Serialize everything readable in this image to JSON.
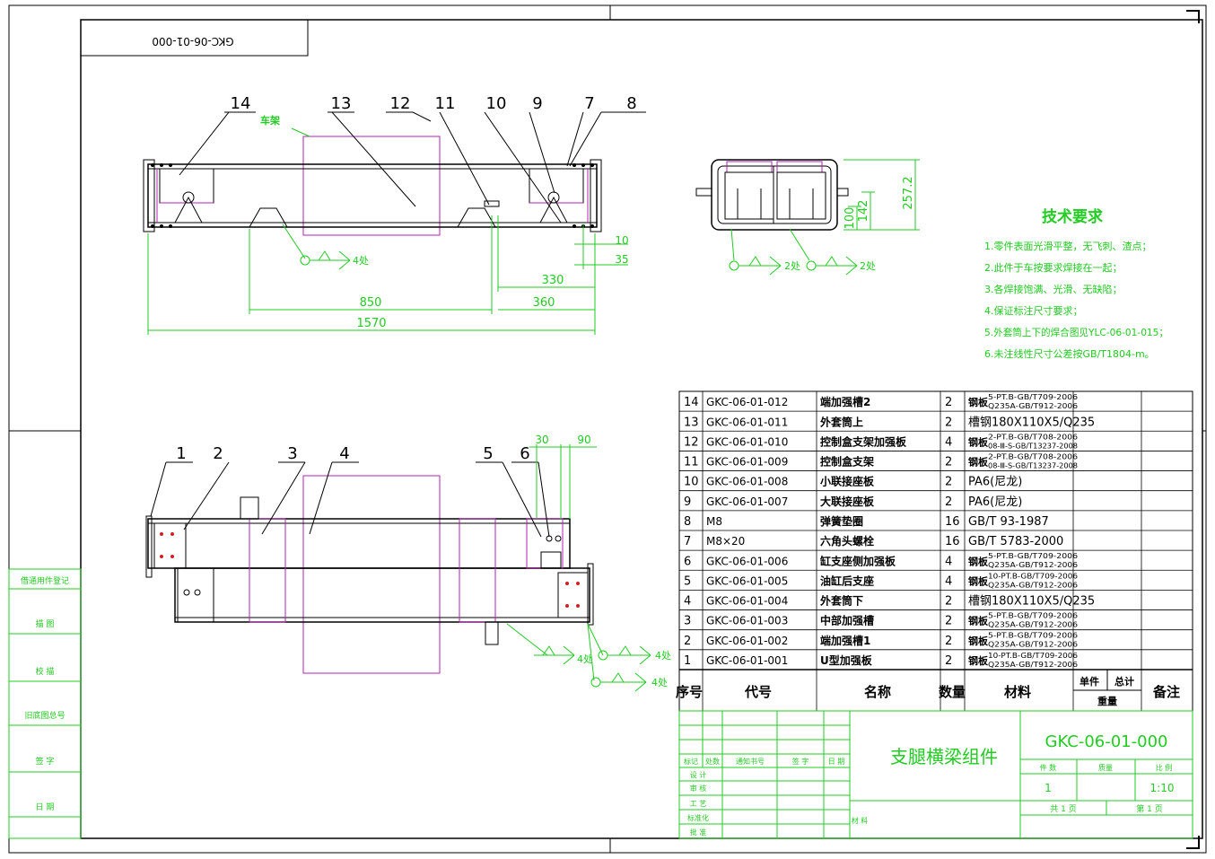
{
  "frame": {
    "drawing_no_rotated": "GKC-06-01-000",
    "colors": {
      "outline": "#000000",
      "dimension": "#22cc22",
      "hidden": "#b020b0"
    }
  },
  "side_labels": [
    "借通用件登记",
    "描 图",
    "校 描",
    "旧底图总号",
    "签 字",
    "日 期"
  ],
  "top_view": {
    "callouts": [
      "14",
      "13",
      "12",
      "11",
      "10",
      "9",
      "7",
      "8"
    ],
    "frame_label": "车架",
    "weld_note": "4处",
    "dims": {
      "d10": "10",
      "d35": "35",
      "d330": "330",
      "d360": "360",
      "d850": "850",
      "d1570": "1570"
    }
  },
  "section_view": {
    "dims": {
      "d100": "100",
      "d142": "142",
      "d257": "257.2"
    },
    "weld_notes": [
      "2处",
      "2处"
    ]
  },
  "bottom_view": {
    "callouts": [
      "1",
      "2",
      "3",
      "4",
      "5",
      "6"
    ],
    "dims": {
      "d30": "30",
      "d90": "90"
    },
    "weld_notes": [
      "4处",
      "4处",
      "4处"
    ]
  },
  "tech_requirements": {
    "title": "技术要求",
    "items": [
      "1.零件表面光滑平整，无飞刺、渣点；",
      "2.此件于车按要求焊接在一起；",
      "3.各焊接饱满、光滑、无缺陷；",
      "4.保证标注尺寸要求；",
      "5.外套筒上下的焊合图见YLC-06-01-015；",
      "6.未注线性尺寸公差按GB/T1804-m。"
    ]
  },
  "bom": {
    "rows": [
      {
        "no": "14",
        "code": "GKC-06-01-012",
        "name": "端加强槽2",
        "qty": "2",
        "mat": "钢板",
        "m1": "5-PT.B-GB/T709-2006",
        "m2": "Q235A-GB/T912-2006"
      },
      {
        "no": "13",
        "code": "GKC-06-01-011",
        "name": "外套筒上",
        "qty": "2",
        "mat": "槽钢180X110X5/Q235",
        "m1": "",
        "m2": ""
      },
      {
        "no": "12",
        "code": "GKC-06-01-010",
        "name": "控制盒支架加强板",
        "qty": "4",
        "mat": "钢板",
        "m1": "2-PT.B-GB/T708-2006",
        "m2": "08-Ⅲ-S-GB/T13237-2008"
      },
      {
        "no": "11",
        "code": "GKC-06-01-009",
        "name": "控制盒支架",
        "qty": "2",
        "mat": "钢板",
        "m1": "2-PT.B-GB/T708-2006",
        "m2": "08-Ⅲ-S-GB/T13237-2008"
      },
      {
        "no": "10",
        "code": "GKC-06-01-008",
        "name": "小联接座板",
        "qty": "2",
        "mat": "PA6(尼龙)",
        "m1": "",
        "m2": ""
      },
      {
        "no": "9",
        "code": "GKC-06-01-007",
        "name": "大联接座板",
        "qty": "2",
        "mat": "PA6(尼龙)",
        "m1": "",
        "m2": ""
      },
      {
        "no": "8",
        "code": "M8",
        "name": "弹簧垫圈",
        "qty": "16",
        "mat": "GB/T 93-1987",
        "m1": "",
        "m2": ""
      },
      {
        "no": "7",
        "code": "M8×20",
        "name": "六角头螺栓",
        "qty": "16",
        "mat": "GB/T 5783-2000",
        "m1": "",
        "m2": ""
      },
      {
        "no": "6",
        "code": "GKC-06-01-006",
        "name": "缸支座侧加强板",
        "qty": "4",
        "mat": "钢板",
        "m1": "5-PT.B-GB/T709-2006",
        "m2": "Q235A-GB/T912-2006"
      },
      {
        "no": "5",
        "code": "GKC-06-01-005",
        "name": "油缸后支座",
        "qty": "4",
        "mat": "钢板",
        "m1": "10-PT.B-GB/T709-2006",
        "m2": "Q235A-GB/T912-2006"
      },
      {
        "no": "4",
        "code": "GKC-06-01-004",
        "name": "外套筒下",
        "qty": "2",
        "mat": "槽钢180X110X5/Q235",
        "m1": "",
        "m2": ""
      },
      {
        "no": "3",
        "code": "GKC-06-01-003",
        "name": "中部加强槽",
        "qty": "2",
        "mat": "钢板",
        "m1": "5-PT.B-GB/T709-2006",
        "m2": "Q235A-GB/T912-2006"
      },
      {
        "no": "2",
        "code": "GKC-06-01-002",
        "name": "端加强槽1",
        "qty": "2",
        "mat": "钢板",
        "m1": "5-PT.B-GB/T709-2006",
        "m2": "Q235A-GB/T912-2006"
      },
      {
        "no": "1",
        "code": "GKC-06-01-001",
        "name": "U型加强板",
        "qty": "2",
        "mat": "钢板",
        "m1": "10-PT.B-GB/T709-2006",
        "m2": "Q235A-GB/T912-2006"
      }
    ],
    "header": {
      "no": "序号",
      "code": "代号",
      "name": "名称",
      "qty": "数量",
      "mat": "材料",
      "unit": "单件",
      "total": "总计",
      "weight": "重量",
      "remark": "备注"
    }
  },
  "title_block": {
    "name": "支腿横梁组件",
    "drawing_no": "GKC-06-01-000",
    "labels": {
      "marker": "标记",
      "count": "处数",
      "notice": "通知书号",
      "sign": "签 字",
      "date": "日 期",
      "design": "设 计",
      "review": "审 核",
      "process": "工 艺",
      "standard": "标准化",
      "approve": "批 准",
      "material": "材 料",
      "pieces": "件 数",
      "weight": "质量",
      "scale": "比 例"
    },
    "pieces": "1",
    "scale": "1:10",
    "sheets_total": "共 1 页",
    "sheet_no": "第 1 页"
  }
}
